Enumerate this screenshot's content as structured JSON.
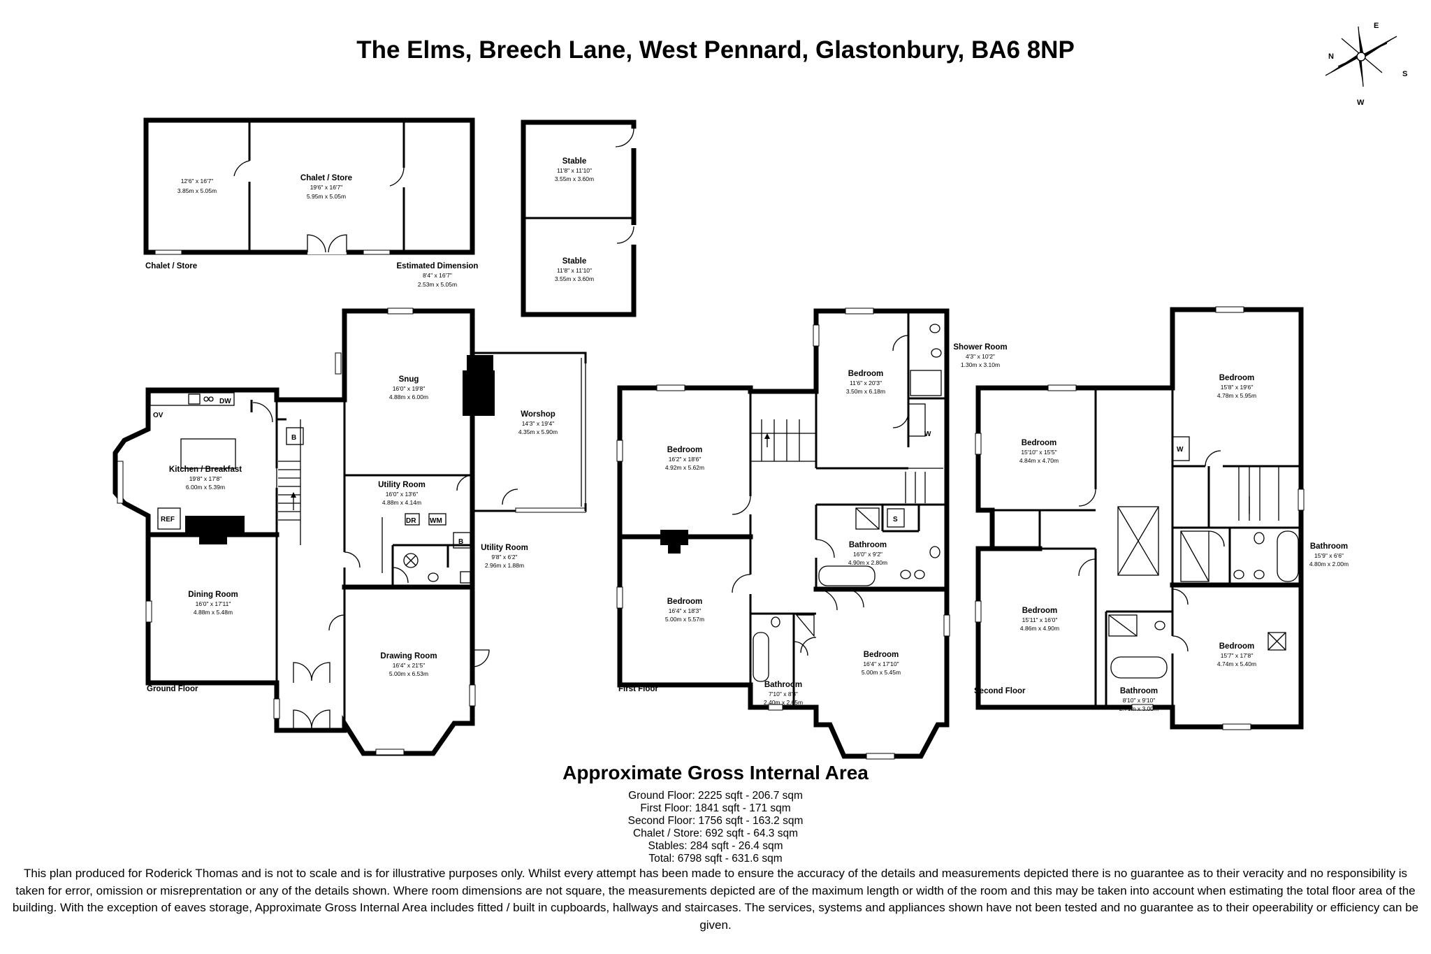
{
  "title": "The Elms, Breech Lane, West Pennard, Glastonbury, BA6 8NP",
  "compass": {
    "north": "N",
    "east": "E",
    "south": "S",
    "west": "W"
  },
  "outbuildings": {
    "chalet_label": "Chalet / Store",
    "rooms": {
      "chalet_left": {
        "name": "",
        "imperial": "12'6\" x 16'7\"",
        "metric": "3.85m x 5.05m"
      },
      "chalet_store": {
        "name": "Chalet / Store",
        "imperial": "19'6\" x 16'7\"",
        "metric": "5.95m x 5.05m"
      },
      "estimated": {
        "name": "Estimated Dimension",
        "imperial": "8'4\" x 16'7\"",
        "metric": "2.53m x 5.05m"
      },
      "stable_1": {
        "name": "Stable",
        "imperial": "11'8\" x 11'10\"",
        "metric": "3.55m x 3.60m"
      },
      "stable_2": {
        "name": "Stable",
        "imperial": "11'8\" x 11'10\"",
        "metric": "3.55m x 3.60m"
      }
    }
  },
  "ground_floor": {
    "label": "Ground Floor",
    "rooms": {
      "snug": {
        "name": "Snug",
        "imperial": "16'0\" x 19'8\"",
        "metric": "4.88m x 6.00m"
      },
      "workshop": {
        "name": "Worshop",
        "imperial": "14'3\" x 19'4\"",
        "metric": "4.35m x 5.90m"
      },
      "kitchen": {
        "name": "Kitchen / Breakfast",
        "imperial": "19'8\" x 17'8\"",
        "metric": "6.00m x 5.39m"
      },
      "utility_1": {
        "name": "Utility Room",
        "imperial": "16'0\" x 13'6\"",
        "metric": "4.88m x 4.14m"
      },
      "utility_2": {
        "name": "Utility Room",
        "imperial": "9'8\" x 6'2\"",
        "metric": "2.96m x 1.88m"
      },
      "dining": {
        "name": "Dining Room",
        "imperial": "16'0\" x 17'11\"",
        "metric": "4.88m x 5.48m"
      },
      "drawing": {
        "name": "Drawing Room",
        "imperial": "16'4\" x 21'5\"",
        "metric": "5.00m x 6.53m"
      }
    },
    "fixtures": {
      "ov": "OV",
      "dw": "DW",
      "ref": "REF",
      "b1": "B",
      "b2": "B",
      "dr": "DR",
      "wm": "WM"
    }
  },
  "first_floor": {
    "label": "First Floor",
    "rooms": {
      "bed_top": {
        "name": "Bedroom",
        "imperial": "11'6\" x 20'3\"",
        "metric": "3.50m x 6.18m"
      },
      "shower": {
        "name": "Shower Room",
        "imperial": "4'3\" x 10'2\"",
        "metric": "1.30m x 3.10m"
      },
      "bed_left_upper": {
        "name": "Bedroom",
        "imperial": "16'2\" x 18'6\"",
        "metric": "4.92m x 5.62m"
      },
      "bathroom_mid": {
        "name": "Bathroom",
        "imperial": "16'0\" x 9'2\"",
        "metric": "4.90m x 2.80m"
      },
      "bed_left_lower": {
        "name": "Bedroom",
        "imperial": "16'4\" x 18'3\"",
        "metric": "5.00m x 5.57m"
      },
      "bed_right": {
        "name": "Bedroom",
        "imperial": "16'4\" x 17'10\"",
        "metric": "5.00m x 5.45m"
      },
      "bathroom_small": {
        "name": "Bathroom",
        "imperial": "7'10\" x 8'8\"",
        "metric": "2.40m x 2.65m"
      }
    },
    "fixtures": {
      "w": "W",
      "s": "S"
    }
  },
  "second_floor": {
    "label": "Second Floor",
    "rooms": {
      "bed_top_right": {
        "name": "Bedroom",
        "imperial": "15'8\" x 19'6\"",
        "metric": "4.78m x 5.95m"
      },
      "bed_top_left": {
        "name": "Bedroom",
        "imperial": "15'10\" x 15'5\"",
        "metric": "4.84m x 4.70m"
      },
      "bathroom_right": {
        "name": "Bathroom",
        "imperial": "15'9\" x 6'6\"",
        "metric": "4.80m x 2.00m"
      },
      "bed_bottom_left": {
        "name": "Bedroom",
        "imperial": "15'11\" x 16'0\"",
        "metric": "4.86m x 4.90m"
      },
      "bed_bottom_right": {
        "name": "Bedroom",
        "imperial": "15'7\" x 17'8\"",
        "metric": "4.74m x 5.40m"
      },
      "bathroom_bottom": {
        "name": "Bathroom",
        "imperial": "8'10\" x 9'10\"",
        "metric": "2.71m x 3.00m"
      }
    },
    "fixtures": {
      "w": "W"
    }
  },
  "area": {
    "heading": "Approximate Gross Internal Area",
    "lines": [
      "Ground Floor: 2225 sqft - 206.7 sqm",
      "First Floor: 1841 sqft - 171 sqm",
      "Second Floor: 1756 sqft - 163.2 sqm",
      "Chalet / Store: 692 sqft - 64.3 sqm",
      "Stables: 284 sqft - 26.4 sqm",
      "Total: 6798 sqft - 631.6 sqm"
    ]
  },
  "disclaimer": "This plan produced for Roderick Thomas and is not to scale and is for illustrative purposes only.  Whilst every attempt has been made to ensure the accuracy of the details and measurements depicted there is no guarantee as to their veracity and no responsibility is taken for error, omission or misreprentation or any of the details shown.  Where room dimensions are not square, the measurements depicted are of the maximum length or width of the room and this may be taken into account when estimating the total floor area of the building.  With the exception of eaves storage, Approximate Gross Internal Area includes fitted / built in cupboards, hallways and staircases.  The services, systems and appliances shown have not been tested and no guarantee as to their opeerability or efficiency can be given."
}
